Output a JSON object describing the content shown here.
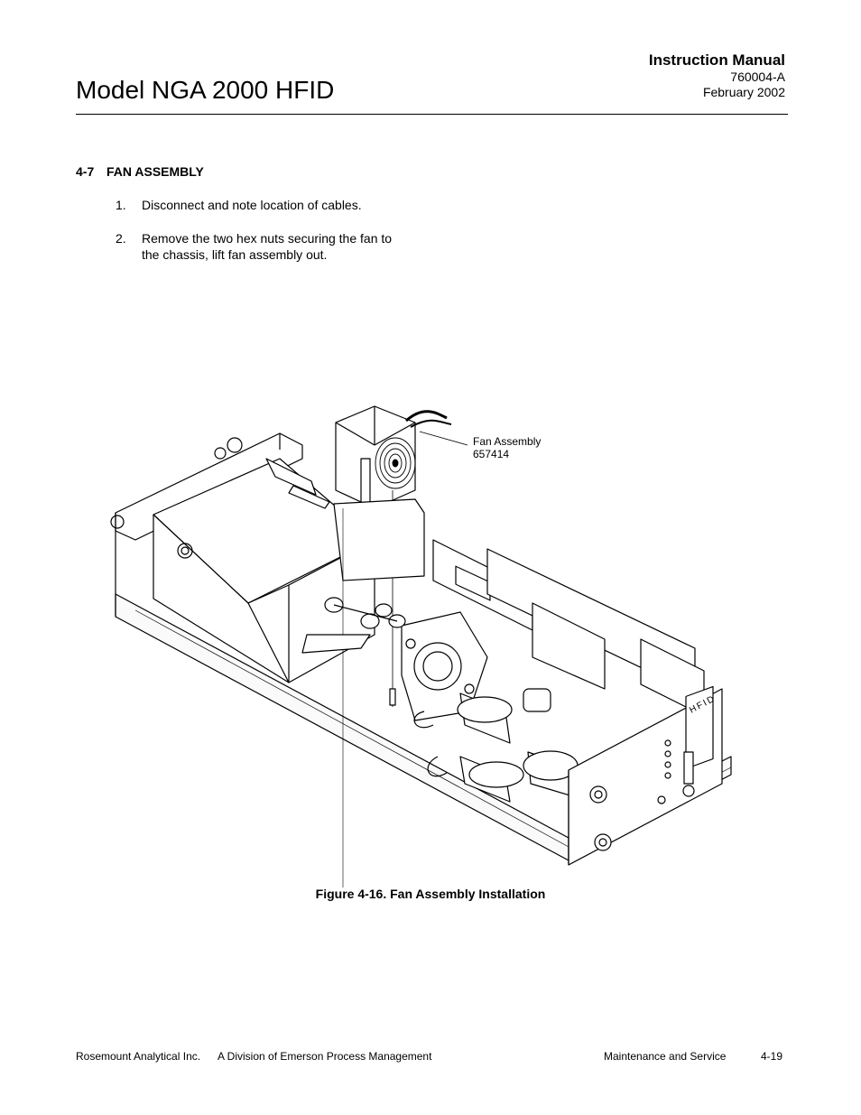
{
  "header": {
    "document_title": "Model NGA 2000 HFID",
    "manual_title": "Instruction Manual",
    "document_number": "760004-A",
    "date": "February 2002"
  },
  "section": {
    "number": "4-7",
    "title": "FAN ASSEMBLY",
    "steps": [
      {
        "number": "1.",
        "text": "Disconnect and note location of cables."
      },
      {
        "number": "2.",
        "text": "Remove the two hex nuts securing the fan to the chassis, lift fan assembly out."
      }
    ]
  },
  "figure": {
    "callout_name": "Fan Assembly",
    "callout_part_number": "657414",
    "panel_label": "HFID",
    "caption": "Figure 4-16.  Fan Assembly Installation"
  },
  "footer": {
    "company": "Rosemount Analytical Inc.",
    "division": "A Division of Emerson Process Management",
    "chapter": "Maintenance and Service",
    "page_number": "4-19"
  }
}
